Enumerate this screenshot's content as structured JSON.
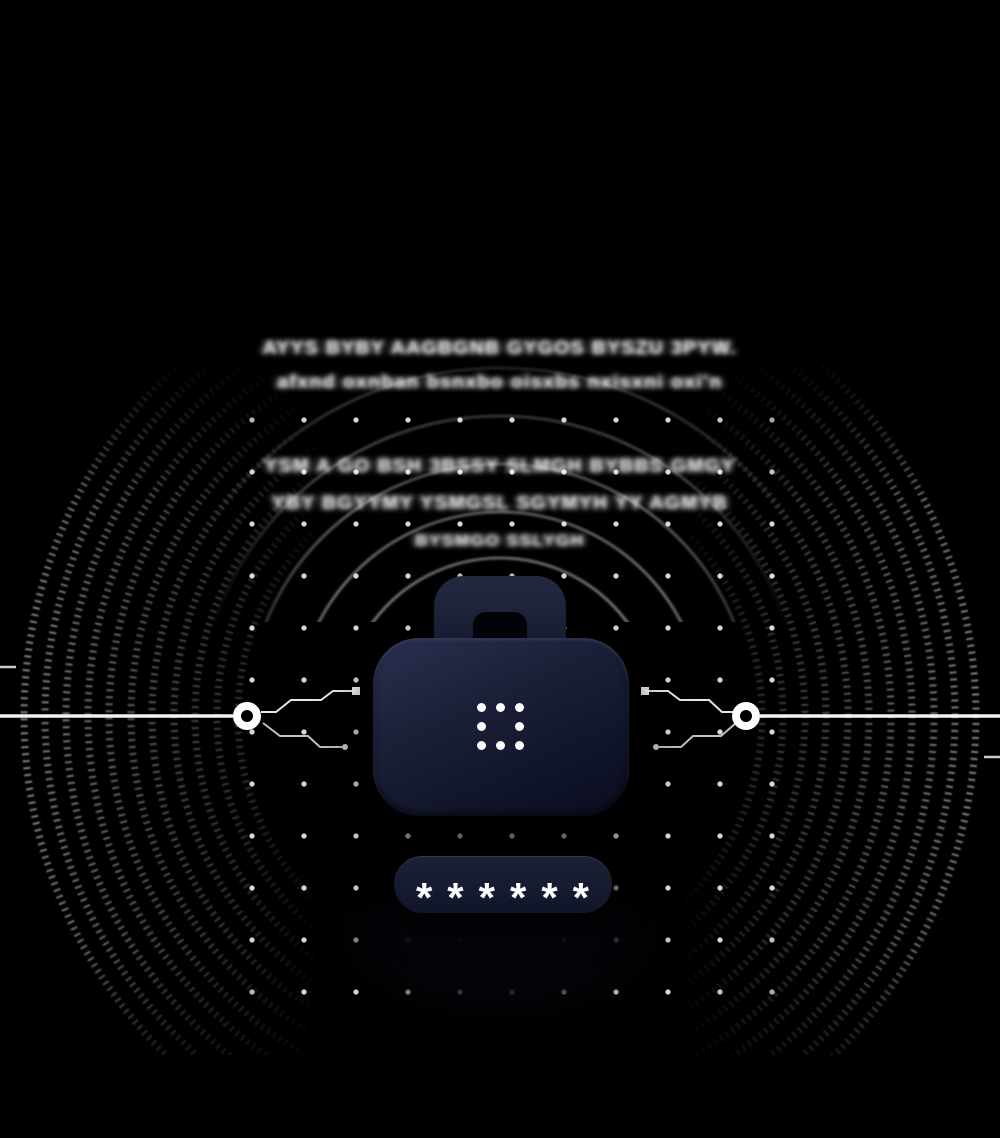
{
  "scene": {
    "background_color": "#000000",
    "accent_white": "#ffffff",
    "vault_color": "#1b2038",
    "description": "Password vault hero illustration with ripple arcs, dotted grid, circuit lines and masked password field"
  },
  "heading": {
    "line1": "AYYS BYBY AAGBGNB GYGOS BYSZU 3PYW.",
    "line2": "afxnd oxnban bsnxbo oisxbs nxisxni oxi'n"
  },
  "subheading": {
    "line1": "YSM A GO BSH 3BSSY SLMGH BYBBS GMGY",
    "line2": "YBY BGYYMY YSMGSL SGYMYH YY AGMYB",
    "line3": "BYSMGO SSLYGH"
  },
  "password_field": {
    "masked_value": "******",
    "display": "******"
  },
  "icons": {
    "keypad_dots": "eight-dot ring on vault front",
    "nodes": "circular connector nodes on horizontal lines"
  }
}
